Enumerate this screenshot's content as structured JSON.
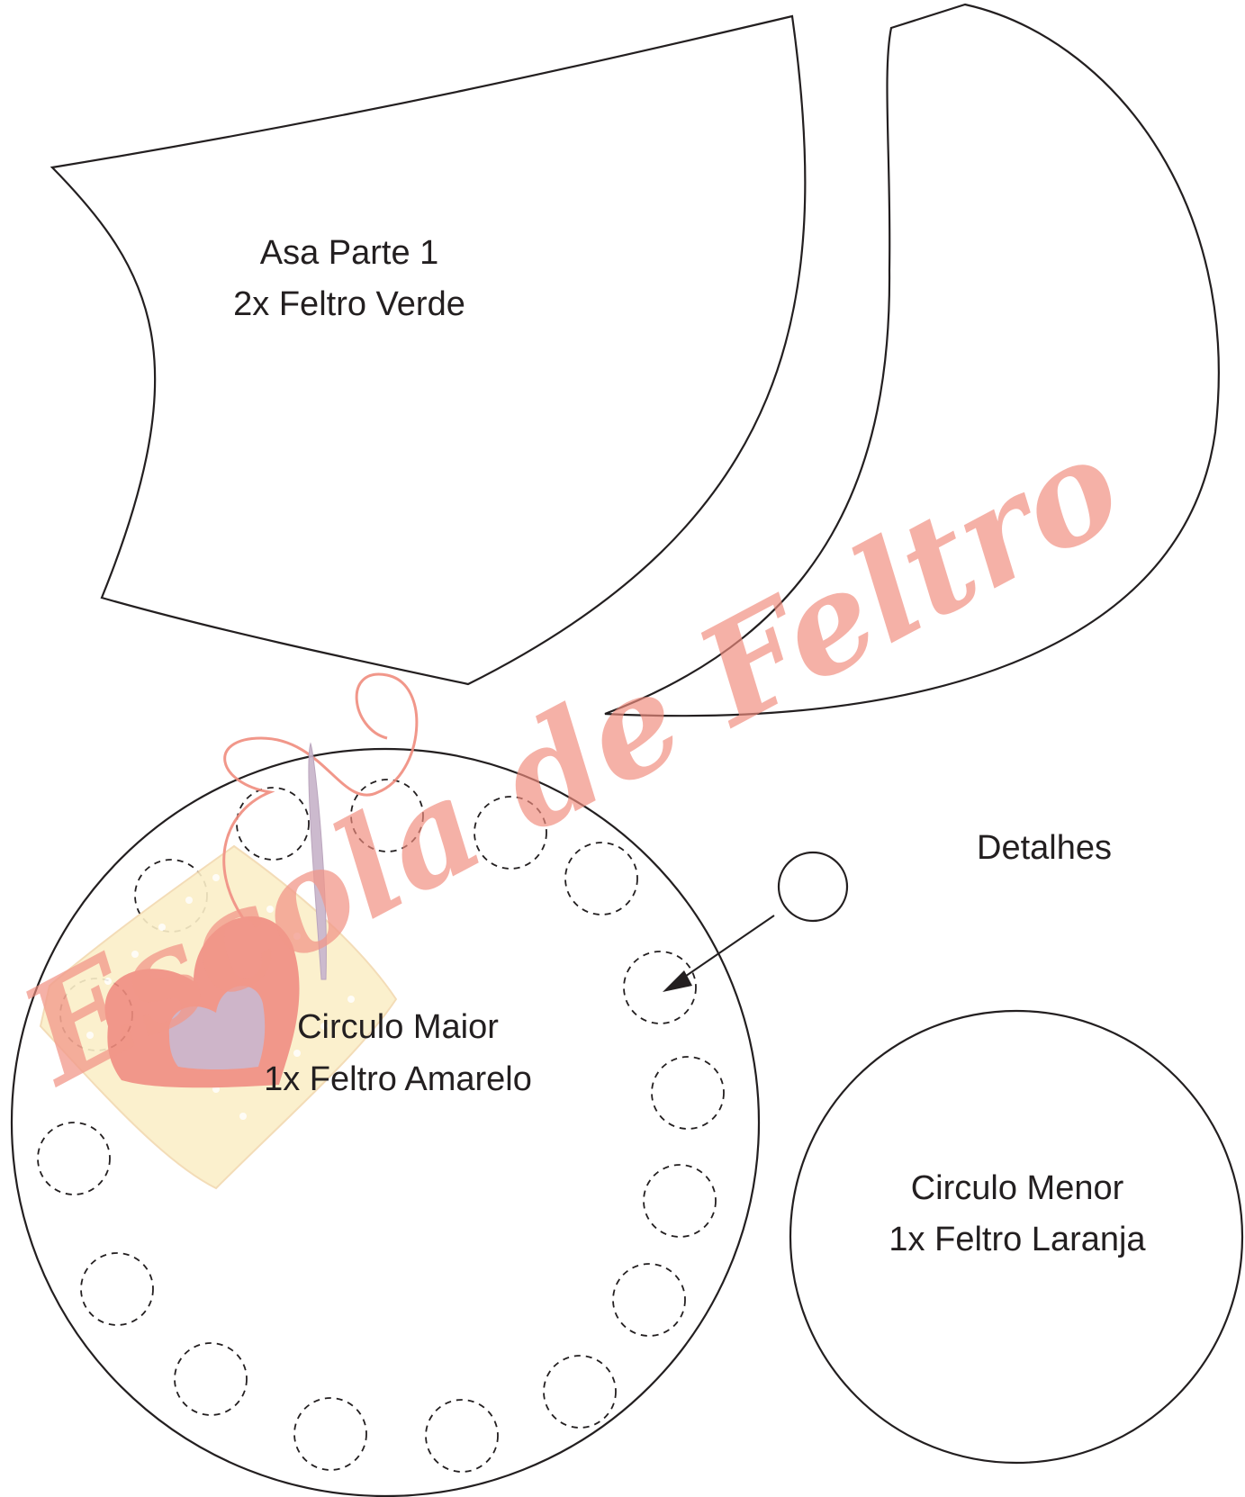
{
  "pieces": {
    "wing_part1": {
      "title": "Asa Parte 1",
      "instruction": "2x Feltro Verde"
    },
    "big_circle": {
      "title": "Circulo Maior",
      "instruction": "1x Feltro Amarelo"
    },
    "small_circle": {
      "title": "Circulo Menor",
      "instruction": "1x Feltro Laranja"
    },
    "details": {
      "label": "Detalhes"
    }
  },
  "watermark": {
    "brand_logo_text": "Escola de Feltro",
    "colors": {
      "text": "#f08c7e",
      "de_text": "#c9aec4",
      "fabric": "#fbefc8",
      "heart": "#f08c7e",
      "heart_inner": "#c9aec4",
      "needle": "#c7b3c9"
    }
  },
  "colors": {
    "outline": "#231f20",
    "background": "#ffffff"
  }
}
